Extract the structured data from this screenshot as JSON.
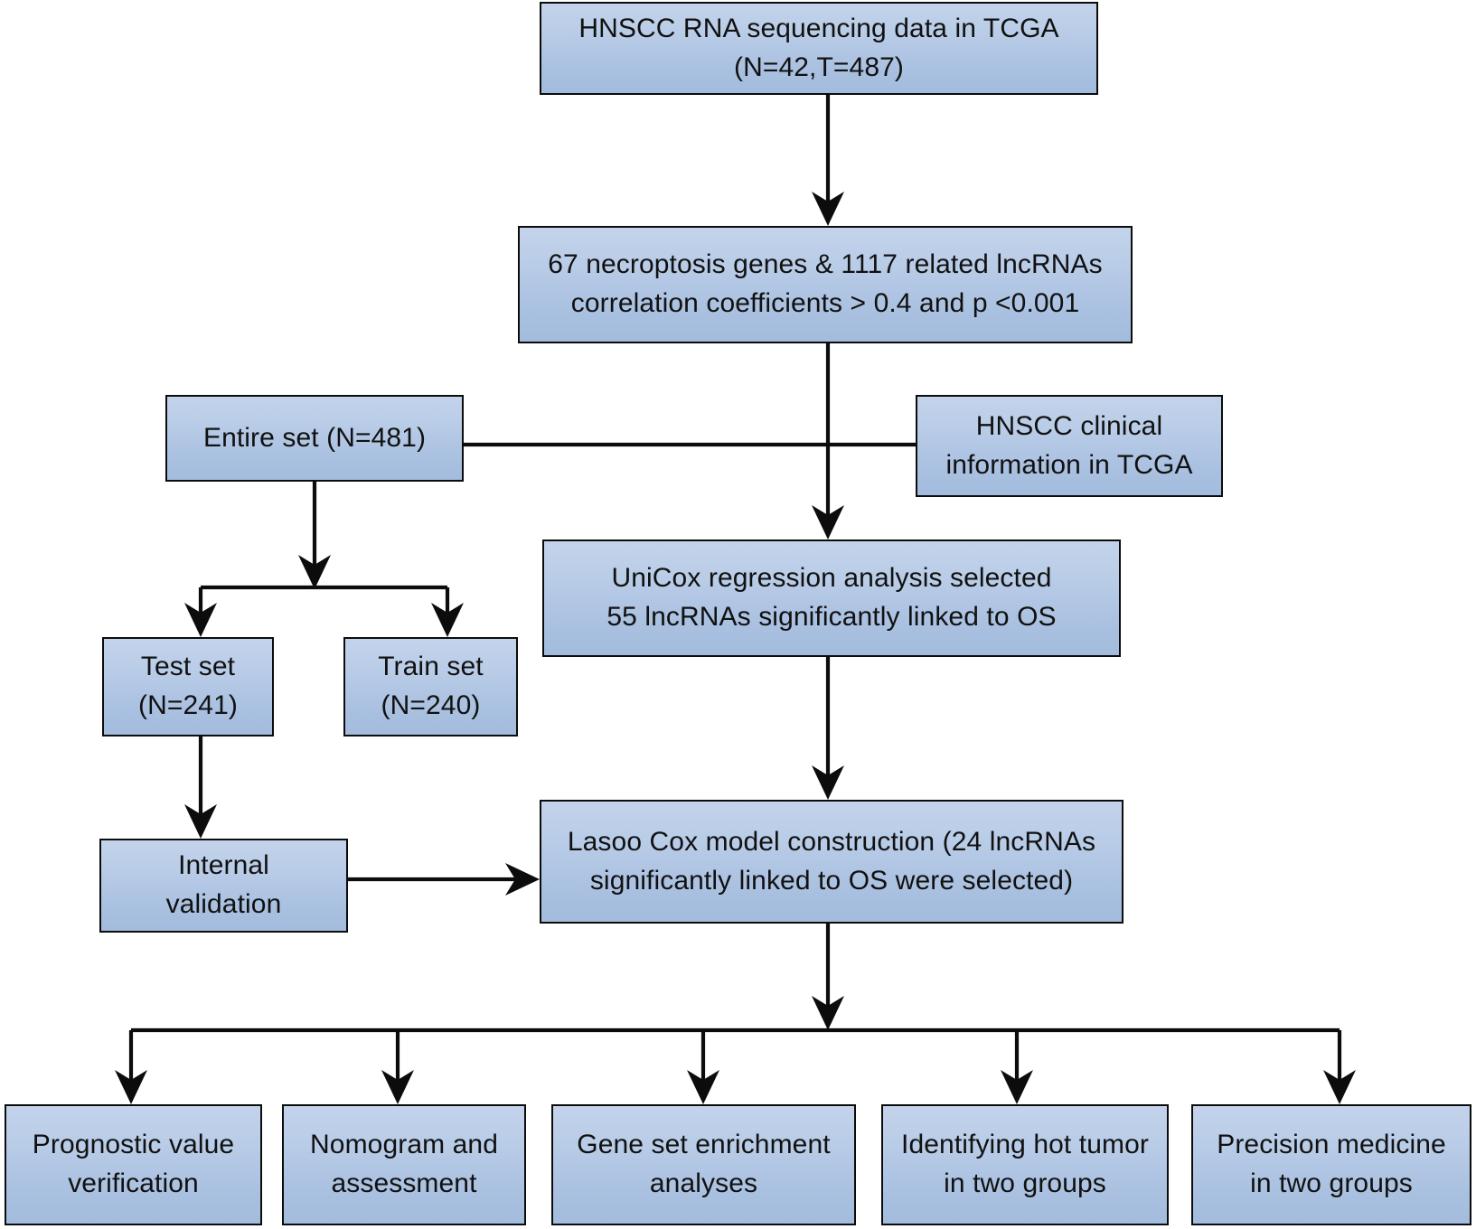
{
  "diagram": {
    "title": "HNSCC necroptosis-related lncRNA study workflow",
    "accent_color": "#a9c0e0",
    "border_color": "#0c0c0c",
    "nodes": {
      "source_data": {
        "line1": "HNSCC RNA sequencing data in TCGA",
        "line2": "(N=42,T=487)"
      },
      "gene_filter": {
        "line1": "67 necroptosis genes & 1117 related lncRNAs",
        "line2": "correlation coefficients > 0.4 and p <0.001"
      },
      "entire_set": {
        "line1": "Entire set (N=481)"
      },
      "clinical_info": {
        "line1": "HNSCC clinical",
        "line2": "information in TCGA"
      },
      "unicox": {
        "line1": "UniCox regression analysis selected",
        "line2": "55 lncRNAs significantly linked to OS"
      },
      "test_set": {
        "line1": "Test set",
        "line2": "(N=241)"
      },
      "train_set": {
        "line1": "Train set",
        "line2": "(N=240)"
      },
      "internal_validation": {
        "line1": "Internal",
        "line2": "validation"
      },
      "lasso_cox": {
        "line1": "Lasoo Cox model construction (24 lncRNAs",
        "line2": "significantly linked to OS were selected)"
      },
      "prognostic_value": {
        "line1": "Prognostic value",
        "line2": "verification"
      },
      "nomogram": {
        "line1": "Nomogram and",
        "line2": "assessment"
      },
      "gsea": {
        "line1": "Gene set enrichment",
        "line2": "analyses"
      },
      "hot_tumor": {
        "line1": "Identifying hot tumor",
        "line2": "in two groups"
      },
      "precision_medicine": {
        "line1": "Precision medicine",
        "line2": "in two groups"
      }
    }
  }
}
